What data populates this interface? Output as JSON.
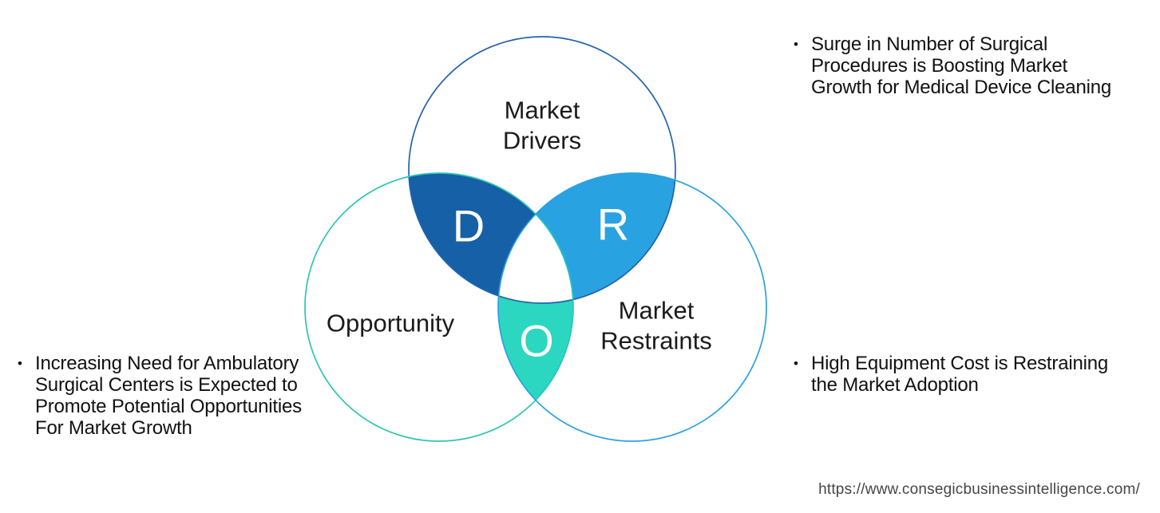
{
  "venn": {
    "circle_labels": {
      "drivers_line1": "Market",
      "drivers_line2": "Drivers",
      "opportunity": "Opportunity",
      "restraints_line1": "Market",
      "restraints_line2": "Restraints"
    },
    "regions": {
      "drivers": {
        "letter": "D"
      },
      "restraints": {
        "letter": "R"
      },
      "opportunity": {
        "letter": "O"
      }
    },
    "colors": {
      "drivers_outline": "#2363ac",
      "opportunity_outline": "#2cc6b3",
      "restraints_outline": "#2d9fe2",
      "drivers_fill": "#1560a7",
      "restraints_fill": "#29a2e2",
      "opportunity_fill": "#2bd7c0",
      "center_fill": "#ffffff"
    }
  },
  "annotations": {
    "drivers_note": {
      "bullet": "•",
      "lines": [
        "Surge in Number of Surgical",
        "Procedures is Boosting Market",
        "Growth for Medical Device Cleaning"
      ]
    },
    "opportunity_note": {
      "bullet": "•",
      "lines": [
        "Increasing Need for Ambulatory",
        "Surgical Centers is Expected to",
        "Promote Potential Opportunities",
        "For Market Growth"
      ]
    },
    "restraints_note": {
      "bullet": "•",
      "lines": [
        "High Equipment Cost is Restraining",
        "the Market Adoption"
      ]
    }
  },
  "footer": {
    "url": "https://www.consegicbusinessintelligence.com/"
  }
}
